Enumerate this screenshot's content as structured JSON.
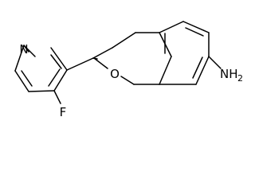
{
  "molecule": {
    "atoms": {
      "nitrogen": "N",
      "oxygen": "O",
      "fluorine": "F",
      "amine_main": "NH",
      "amine_subscript": "2"
    }
  },
  "colors": {
    "bond": "#000000",
    "text": "#000000",
    "background": "#ffffff"
  }
}
